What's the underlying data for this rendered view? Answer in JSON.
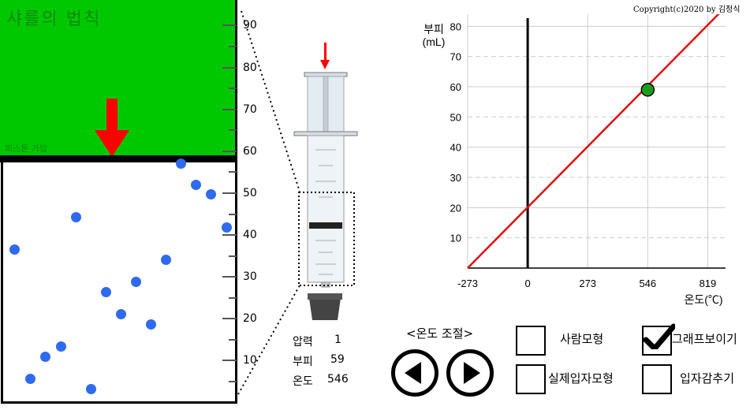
{
  "simulation": {
    "title": "샤를의 법칙",
    "piston_sub_label": "피스톤 가압",
    "ruler_ticks": [
      "10",
      "20",
      "30",
      "40",
      "50",
      "60",
      "70",
      "80",
      "90"
    ]
  },
  "readouts": {
    "pressure_label": "압력",
    "pressure_value": "1",
    "volume_label": "부피",
    "volume_value": "59",
    "temperature_label": "온도",
    "temperature_value": "546"
  },
  "controls": {
    "temp_title": "<온도 조절>",
    "decrease_icon": "left-arrow-icon",
    "increase_icon": "right-arrow-icon",
    "checkboxes": [
      {
        "label": "사람모형",
        "checked": false
      },
      {
        "label": "그래프보이기",
        "checked": true
      },
      {
        "label": "실제입자모형",
        "checked": false
      },
      {
        "label": "입자감추기",
        "checked": false
      }
    ]
  },
  "copyright": "Copyright(c)2020 by 김정식",
  "colors": {
    "piston": "#00c800",
    "particle": "#2f6bf0",
    "graph_line": "#e01010",
    "marker": "#1a9e1a",
    "arrow": "#ff0000"
  },
  "chart_data": {
    "type": "line",
    "ylabel": "부피\n(mL)",
    "xlabel": "온도(℃)",
    "x_ticks": [
      "-273",
      "0",
      "273",
      "546",
      "819"
    ],
    "y_ticks": [
      "10",
      "20",
      "30",
      "40",
      "50",
      "60",
      "70",
      "80"
    ],
    "xlim": [
      -273,
      900
    ],
    "ylim": [
      0,
      84
    ],
    "series": [
      {
        "x": [
          -273,
          900
        ],
        "y": [
          0,
          86.4
        ]
      }
    ],
    "current_point": {
      "x": 546,
      "y": 59
    },
    "grid": true
  }
}
